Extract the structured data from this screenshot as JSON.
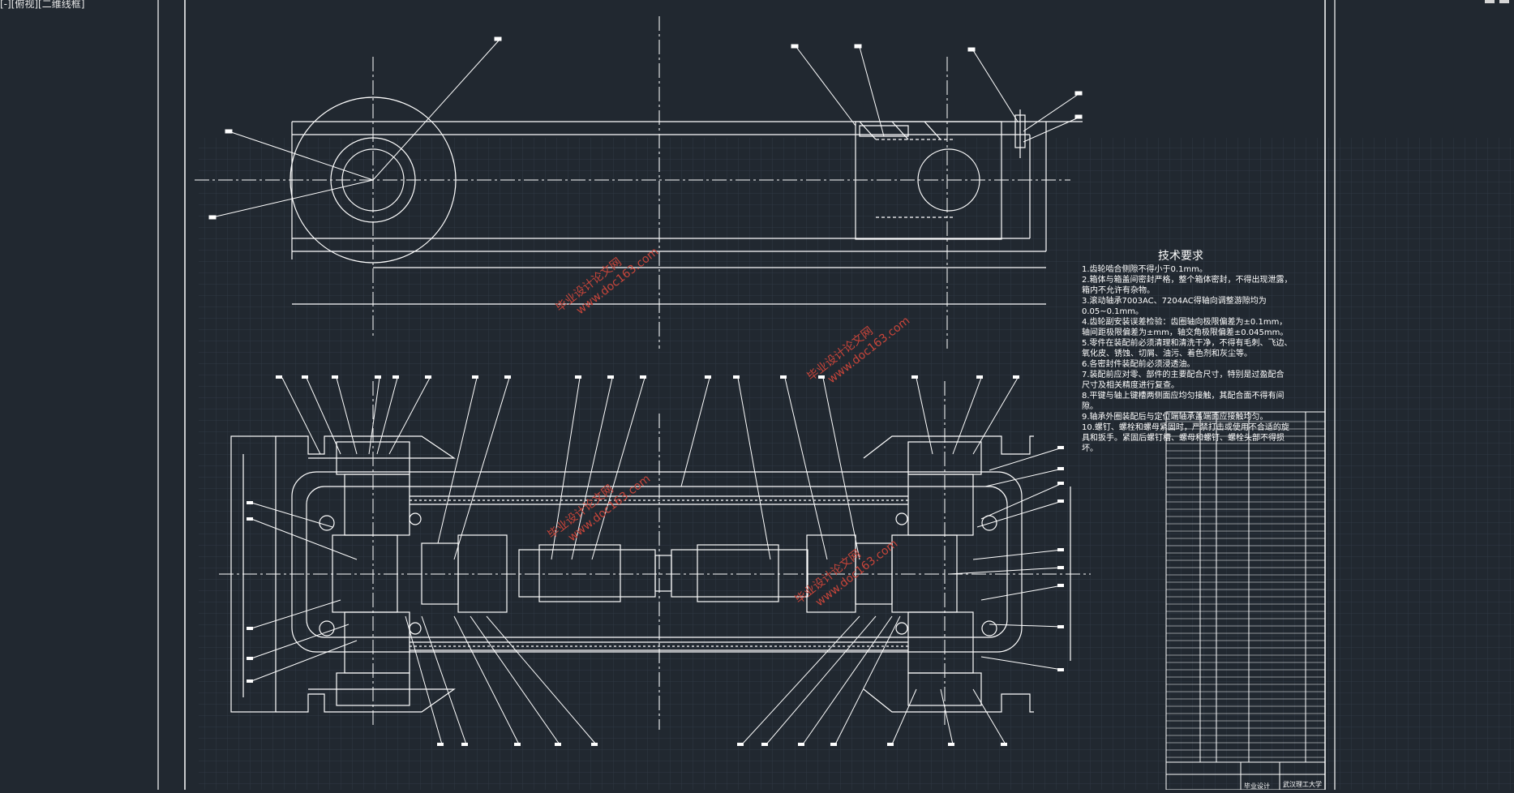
{
  "viewport": {
    "label": "[-][俯视][二维线框]",
    "background": "#212830",
    "line_color": "#ffffff",
    "watermark_color": "#c8453a"
  },
  "tech_requirements": {
    "title": "技术要求",
    "lines": [
      "1.齿轮啮合侧隙不得小于0.1mm。",
      "2.箱体与箱盖间密封严格，整个箱体密封，不得出现泄露，",
      "箱内不允许有杂物。",
      "3.滚动轴承7003AC、7204AC得轴向调整游隙均为",
      "0.05~0.1mm。",
      "4.齿轮副安装误差检验：齿圈轴向极限偏差为±0.1mm，",
      "轴间距极限偏差为±mm，轴交角极限偏差±0.045mm。",
      "5.零件在装配前必须清理和清洗干净，不得有毛刺、飞边、",
      "氧化皮、锈蚀、切屑、油污、着色剂和灰尘等。",
      "6.各密封件装配前必须浸透油。",
      "7.装配前应对零、部件的主要配合尺寸，特别是过盈配合",
      "尺寸及相关精度进行复查。",
      "8.平键与轴上键槽两侧面应均匀接触，其配合面不得有间",
      "隙。",
      "9.轴承外圈装配后与定位端轴承盖端面应接触均匀。",
      "10.螺钉、螺栓和螺母紧固时，严禁打击或使用不合适的旋",
      "具和扳手。紧固后螺钉槽、螺母和螺钉、螺栓头部不得损",
      "坏。"
    ]
  },
  "title_block": {
    "school": "武汉理工大学",
    "stage": "毕业设计"
  },
  "watermarks": [
    {
      "line1": "毕业设计论文网",
      "line2": "www.doc163.com"
    },
    {
      "line1": "毕业设计论文网",
      "line2": "www.doc163.com"
    },
    {
      "line1": "毕业设计论文网",
      "line2": "www.doc163.com"
    },
    {
      "line1": "毕业设计论文网",
      "line2": "www.doc163.com"
    }
  ]
}
